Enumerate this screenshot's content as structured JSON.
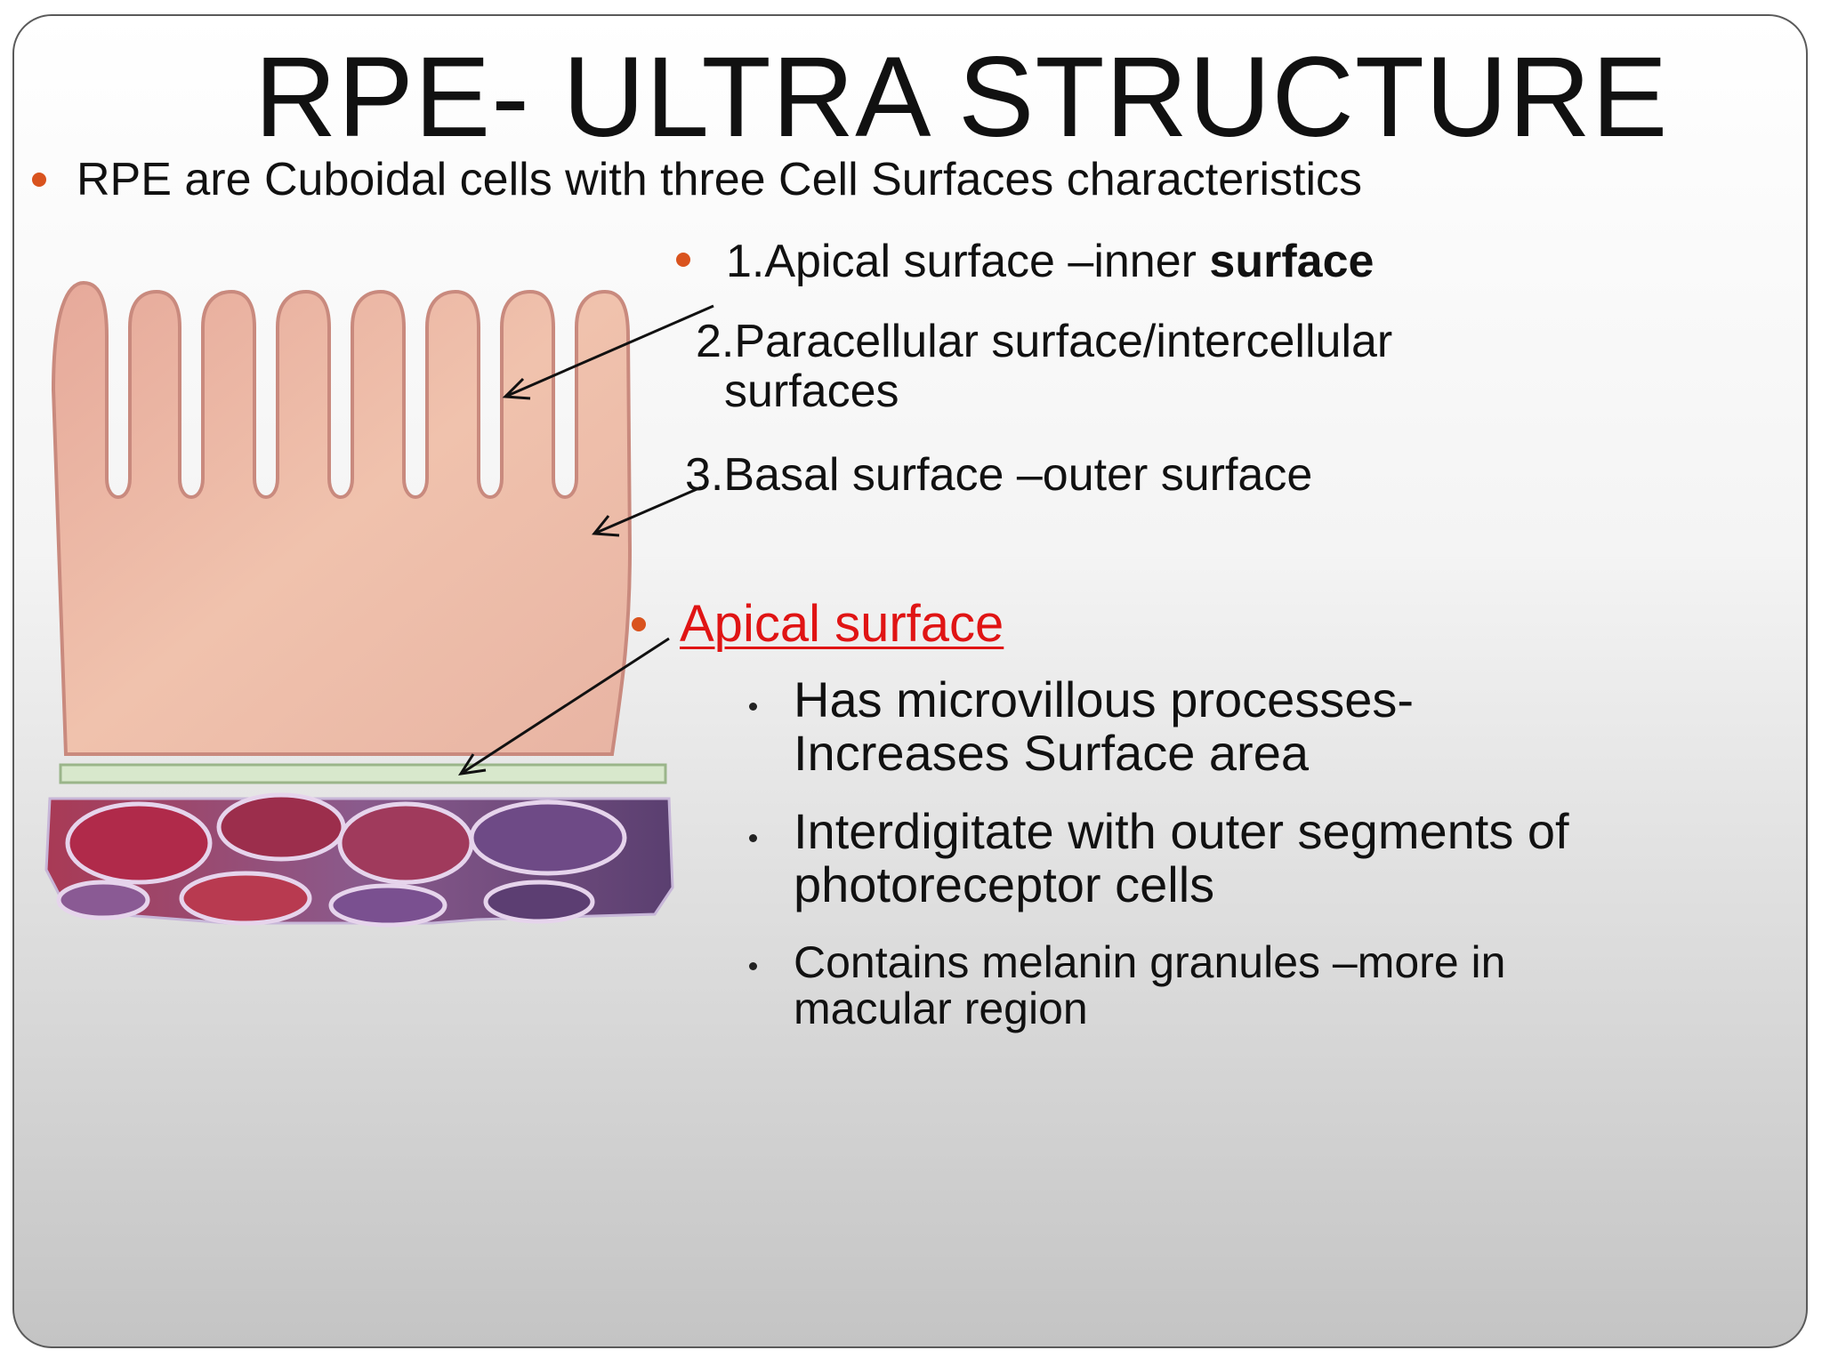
{
  "slide": {
    "title": "RPE- ULTRA STRUCTURE",
    "intro": "RPE are Cuboidal cells with three Cell Surfaces characteristics",
    "surfaces": {
      "s1_text": "1.Apical surface –inner ",
      "s1_bold": "surface",
      "s2_line1": "2.Paracellular surface/intercellular",
      "s2_line2": "surfaces",
      "s3": "3.Basal surface –outer surface"
    },
    "apical_heading": "Apical surface",
    "apical_points": {
      "p1_line1": "Has microvillous processes-",
      "p1_line2": "Increases Surface area",
      "p2_line1": "Interdigitate with outer segments of",
      "p2_line2": "photoreceptor  cells",
      "p3_line1": "Contains melanin granules –more in",
      "p3_line2": "macular  region"
    }
  },
  "colors": {
    "bullet": "#d9531e",
    "heading_red": "#e01414",
    "cell_pink": "#eab7a4",
    "membrane_green": "#cfe3c0",
    "vessel_purple": "#6a4a7a",
    "vessel_red": "#b02a3a"
  },
  "illustration": {
    "icon": "rpe-cell-diagram-icon"
  }
}
